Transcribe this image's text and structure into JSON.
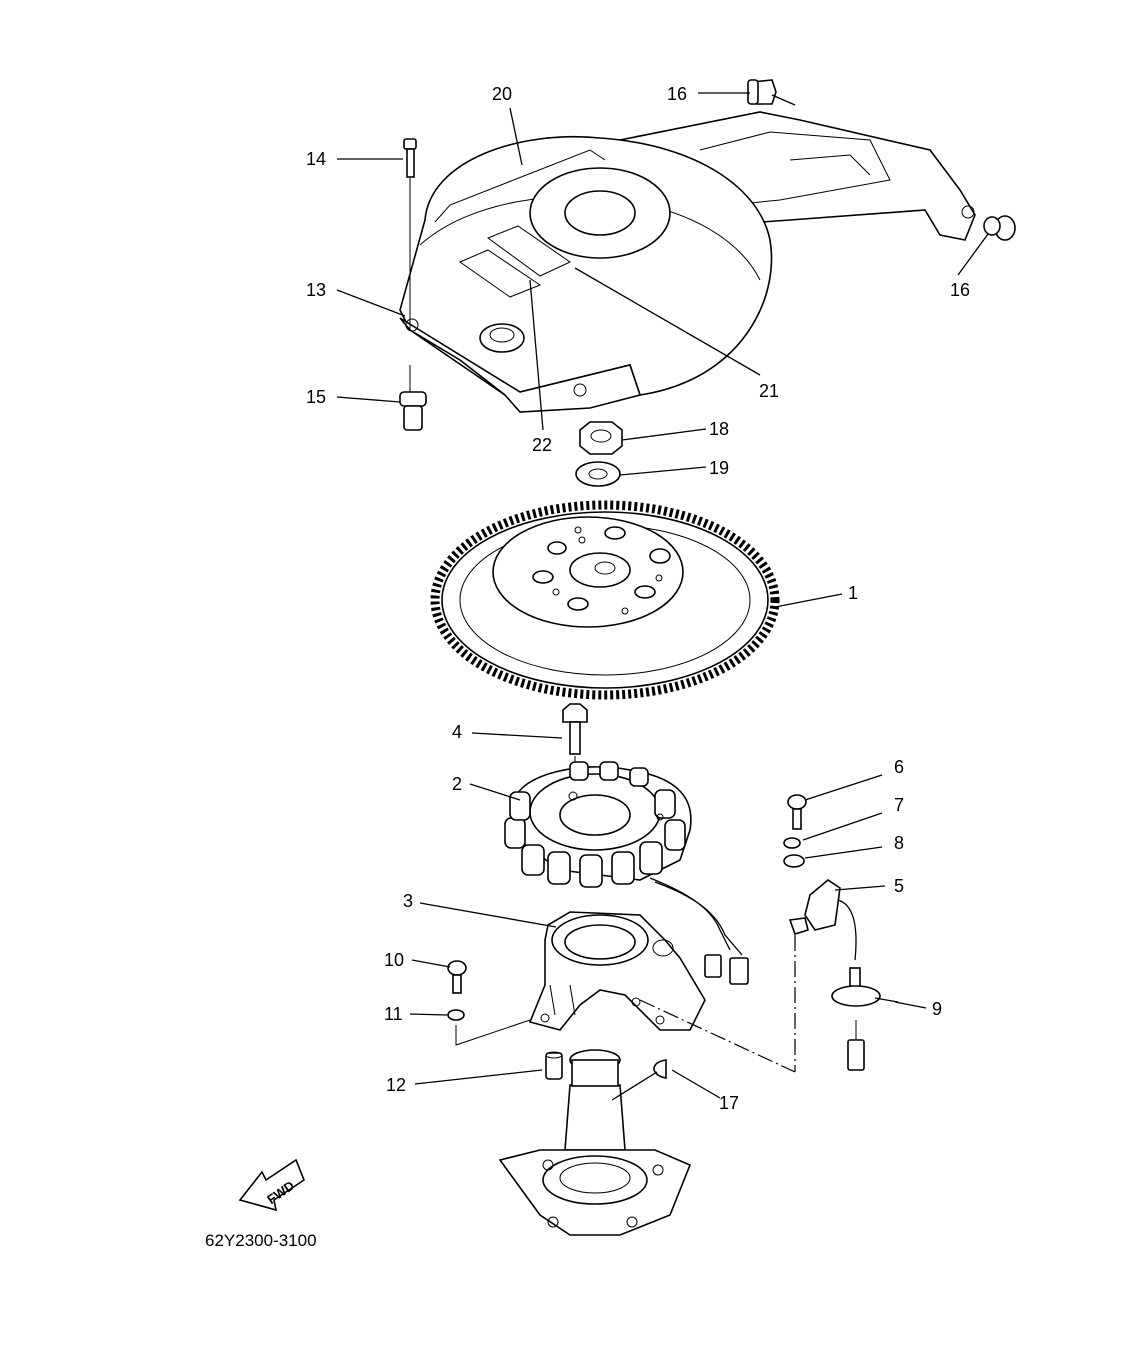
{
  "callouts": [
    {
      "id": "20",
      "text": "20"
    },
    {
      "id": "16a",
      "text": "16"
    },
    {
      "id": "16b",
      "text": "16"
    },
    {
      "id": "14",
      "text": "14"
    },
    {
      "id": "13",
      "text": "13"
    },
    {
      "id": "15",
      "text": "15"
    },
    {
      "id": "21",
      "text": "21"
    },
    {
      "id": "22",
      "text": "22"
    },
    {
      "id": "18",
      "text": "18"
    },
    {
      "id": "19",
      "text": "19"
    },
    {
      "id": "1",
      "text": "1"
    },
    {
      "id": "4",
      "text": "4"
    },
    {
      "id": "2",
      "text": "2"
    },
    {
      "id": "6",
      "text": "6"
    },
    {
      "id": "7",
      "text": "7"
    },
    {
      "id": "8",
      "text": "8"
    },
    {
      "id": "5",
      "text": "5"
    },
    {
      "id": "3",
      "text": "3"
    },
    {
      "id": "10",
      "text": "10"
    },
    {
      "id": "11",
      "text": "11"
    },
    {
      "id": "9",
      "text": "9"
    },
    {
      "id": "12",
      "text": "12"
    },
    {
      "id": "17",
      "text": "17"
    }
  ],
  "fwd_label": "FWD",
  "diagram_code": "62Y2300-3100"
}
